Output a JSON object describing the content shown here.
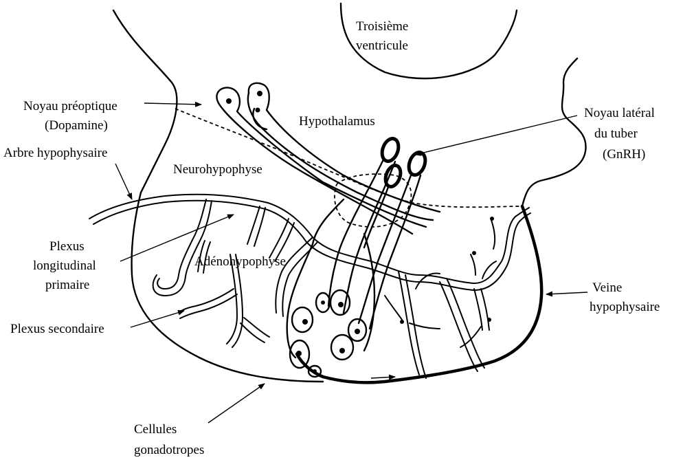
{
  "labels": {
    "troisieme_ventricule_1": "Troisième",
    "troisieme_ventricule_2": "ventricule",
    "noyau_preoptique_1": "Noyau préoptique",
    "noyau_preoptique_2": "(Dopamine)",
    "arbre_hypophysaire": "Arbre hypophysaire",
    "hypothalamus": "Hypothalamus",
    "noyau_lateral_1": "Noyau latéral",
    "noyau_lateral_2": "du tuber",
    "noyau_lateral_3": "(GnRH)",
    "neurohypophyse": "Neurohypophyse",
    "plexus_long_1": "Plexus",
    "plexus_long_2": "longitudinal",
    "plexus_long_3": "primaire",
    "adenohypophyse": "Adénohypophyse",
    "veine_1": "Veine",
    "veine_2": "hypophysaire",
    "plexus_secondaire": "Plexus secondaire",
    "cellules_1": "Cellules",
    "cellules_2": "gonadotropes"
  }
}
